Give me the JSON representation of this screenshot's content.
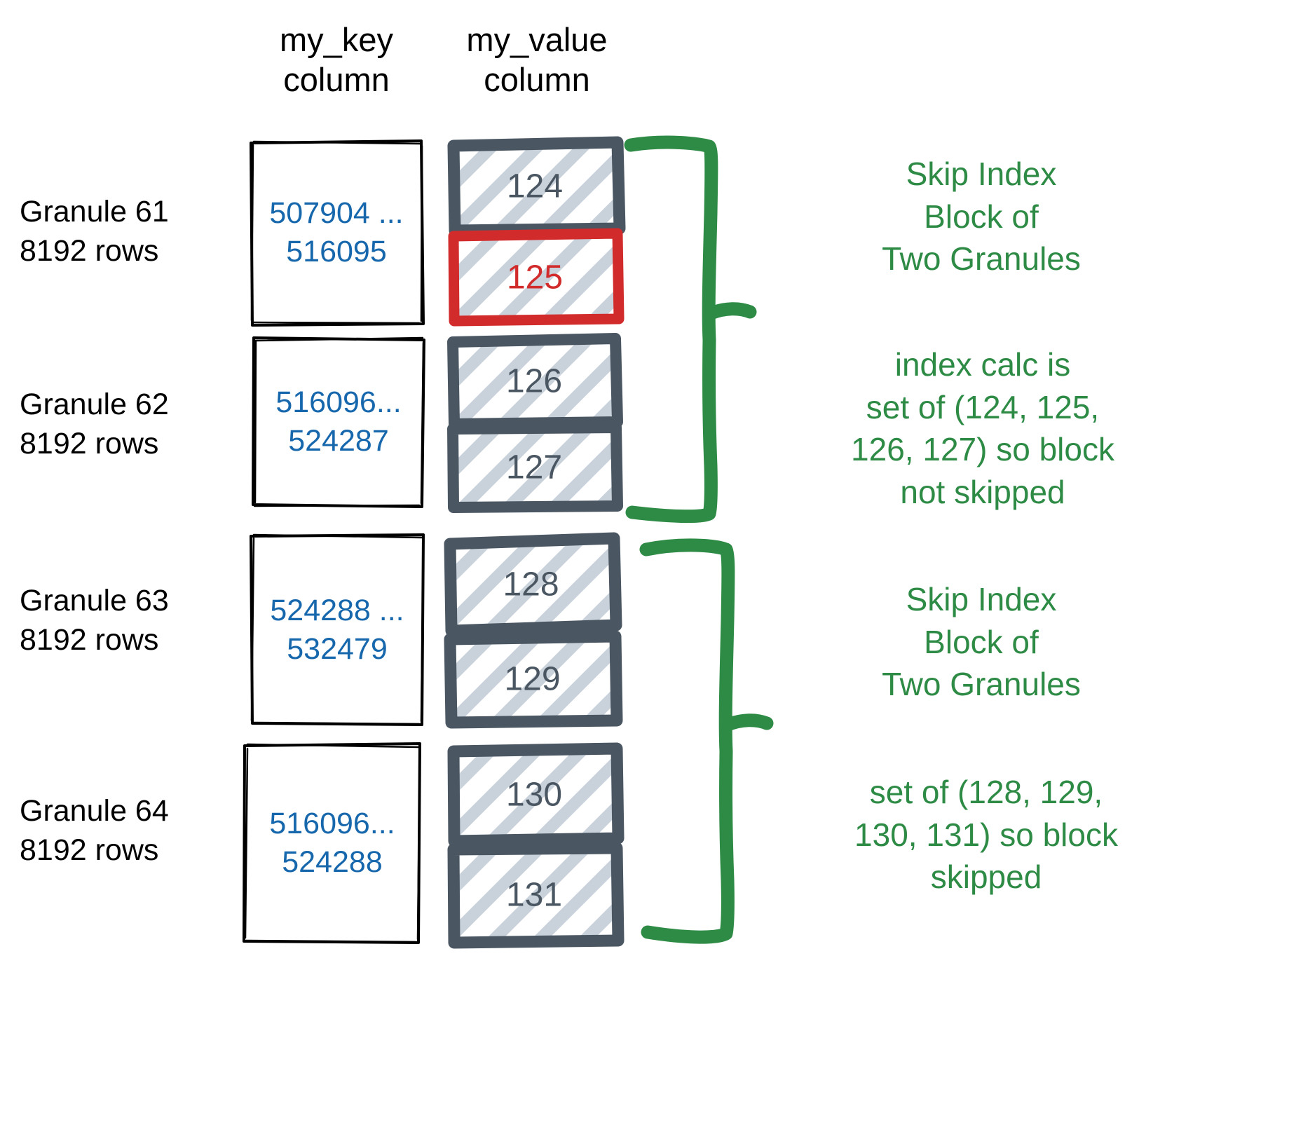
{
  "headers": {
    "key_column": "my_key\ncolumn",
    "value_column": "my_value\ncolumn"
  },
  "colors": {
    "key_text": "#1767ad",
    "value_text": "#4a5763",
    "highlight": "#d22b2b",
    "annotation": "#2e8b45",
    "box_outline": "#000000",
    "value_box_outline": "#4a5763",
    "hatch": "#c9d2db"
  },
  "granules": [
    {
      "label": "Granule 61\n8192 rows",
      "key_range": "507904 ...\n516095",
      "values": [
        {
          "text": "124",
          "highlighted": false
        },
        {
          "text": "125",
          "highlighted": true
        }
      ]
    },
    {
      "label": "Granule 62\n8192 rows",
      "key_range": "516096...\n524287",
      "values": [
        {
          "text": "126",
          "highlighted": false
        },
        {
          "text": "127",
          "highlighted": false
        }
      ]
    },
    {
      "label": "Granule 63\n8192 rows",
      "key_range": "524288 ...\n532479",
      "values": [
        {
          "text": "128",
          "highlighted": false
        },
        {
          "text": "129",
          "highlighted": false
        }
      ]
    },
    {
      "label": "Granule 64\n8192 rows",
      "key_range": "516096...\n524288",
      "values": [
        {
          "text": "130",
          "highlighted": false
        },
        {
          "text": "131",
          "highlighted": false
        }
      ]
    }
  ],
  "annotations": [
    {
      "text": "Skip Index\nBlock of\nTwo Granules"
    },
    {
      "text": "index calc is\nset of (124, 125,\n126, 127) so block\nnot skipped"
    },
    {
      "text": "Skip Index\nBlock of\nTwo Granules"
    },
    {
      "text": "set of (128, 129,\n130, 131) so block\nskipped"
    }
  ]
}
